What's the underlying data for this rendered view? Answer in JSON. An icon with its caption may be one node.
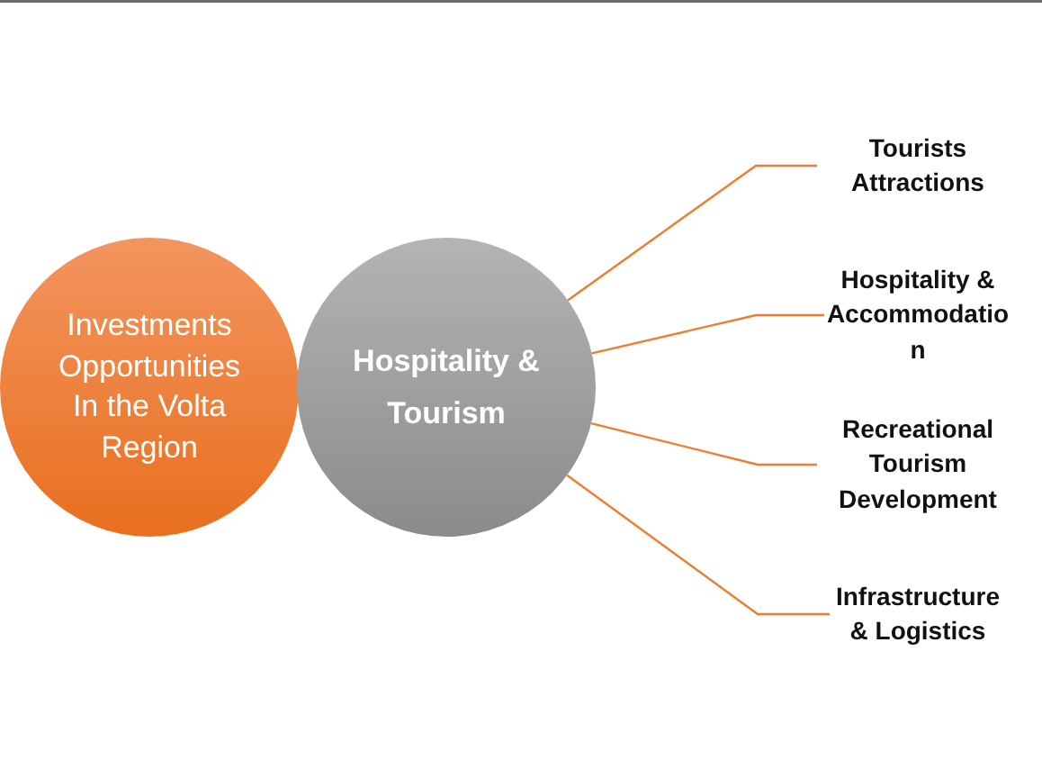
{
  "diagram": {
    "nodes": [
      {
        "text": [
          "Investments Opportunities In the Volta Region"
        ]
      },
      {
        "text": [
          "Hospitality & Tourism"
        ]
      },
      {
        "text": [
          "Tourists Attractions"
        ]
      },
      {
        "text": [
          "Hospitality & Accommodatio n"
        ]
      },
      {
        "text": [
          "Recreational Tourism Development"
        ]
      },
      {
        "text": [
          "Infrastructure & Logistics"
        ]
      }
    ],
    "edges": [
      {
        "from": 1,
        "to": 2,
        "arrow": "none"
      },
      {
        "from": 1,
        "to": 3,
        "arrow": "none"
      },
      {
        "from": 1,
        "to": 4,
        "arrow": "none"
      },
      {
        "from": 1,
        "to": 5,
        "arrow": "none"
      }
    ]
  }
}
